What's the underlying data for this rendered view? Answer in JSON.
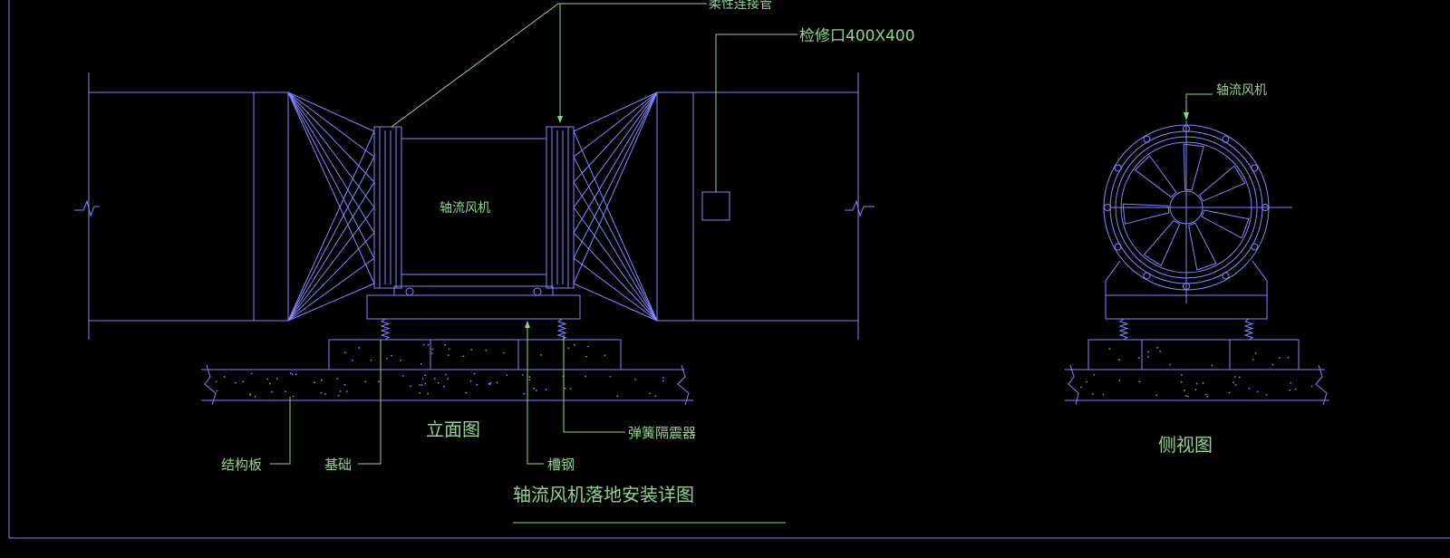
{
  "labels": {
    "flexible_connector": "柔性连接管",
    "access_door": "检修口400X400",
    "fan_body": "轴流风机",
    "side_fan": "轴流风机",
    "elevation": "立面图",
    "side_view": "侧视图",
    "structural_slab": "结构板",
    "foundation": "基础",
    "channel_steel": "槽钢",
    "spring_isolator": "弹簧隔震器",
    "drawing_title": "轴流风机落地安装详图"
  },
  "colors": {
    "line": "#8585ff",
    "text": "#8fd58f",
    "background": "#000000"
  }
}
